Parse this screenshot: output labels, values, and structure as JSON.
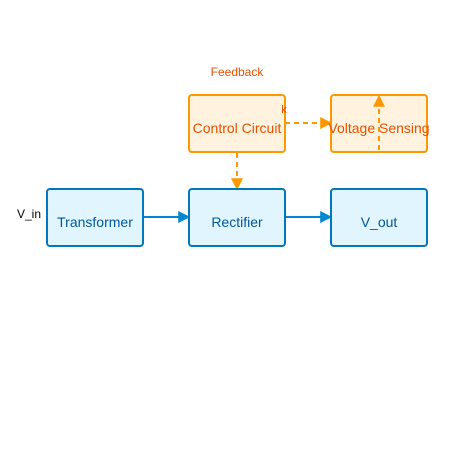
{
  "title": "Feedback",
  "input_label": "V_in",
  "feedback_mark": "k",
  "nodes": {
    "transformer": "Transformer",
    "rectifier": "Rectifier",
    "v_out": "V_out",
    "control_circuit": "Control Circuit",
    "voltage_sensing": "Voltage Sensing"
  },
  "colors": {
    "main_fill": "#e1f5fe",
    "main_stroke": "#0277bd",
    "main_text": "#01579b",
    "feedback_fill": "#fff3e0",
    "feedback_stroke": "#ff9800",
    "feedback_text": "#e65100",
    "main_arrow": "#0288d1",
    "feedback_arrow": "#ff9800"
  }
}
